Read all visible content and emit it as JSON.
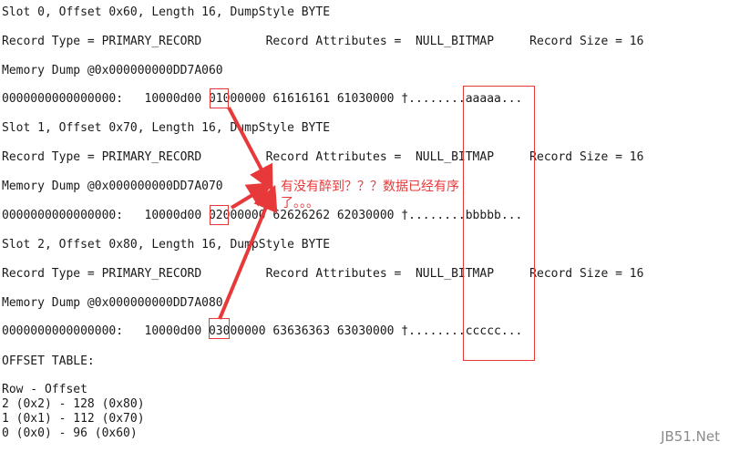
{
  "lines": [
    "Slot 0, Offset 0x60, Length 16, DumpStyle BYTE",
    "Record Type = PRIMARY_RECORD         Record Attributes =  NULL_BITMAP     Record Size = 16",
    "Memory Dump @0x000000000DD7A060",
    "0000000000000000:   10000d00 01000000 61616161 61030000 †........aaaaa...",
    "Slot 1, Offset 0x70, Length 16, DumpStyle BYTE",
    "Record Type = PRIMARY_RECORD         Record Attributes =  NULL_BITMAP     Record Size = 16",
    "Memory Dump @0x000000000DD7A070",
    "0000000000000000:   10000d00 02000000 62626262 62030000 †........bbbbb...",
    "Slot 2, Offset 0x80, Length 16, DumpStyle BYTE",
    "Record Type = PRIMARY_RECORD         Record Attributes =  NULL_BITMAP     Record Size = 16",
    "Memory Dump @0x000000000DD7A080",
    "0000000000000000:   10000d00 03000000 63636363 63030000 †........ccccc...",
    "OFFSET TABLE:",
    "Row - Offset",
    "2 (0x2) - 128 (0x80)",
    "1 (0x1) - 112 (0x70)",
    "0 (0x0) - 96 (0x60)"
  ],
  "annotation": {
    "note": "有没有醉到？？？数据已经有序了。。。",
    "color": "#e8393a"
  },
  "watermark": "JB51.Net"
}
